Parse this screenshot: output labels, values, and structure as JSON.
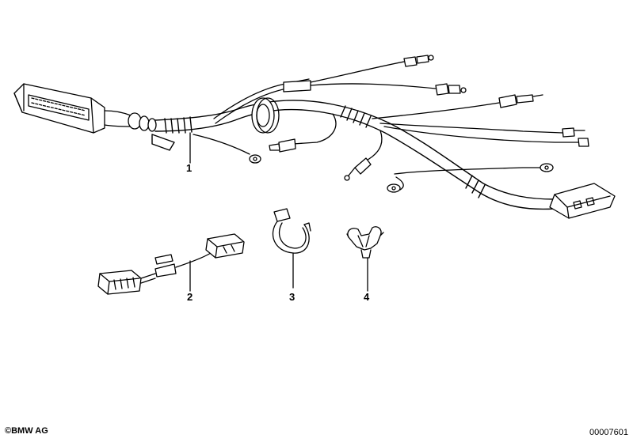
{
  "callouts": {
    "part1": "1",
    "part2": "2",
    "part3": "3",
    "part4": "4"
  },
  "footer": {
    "copyright_symbol": "©",
    "brand": "BMW AG",
    "diagram_id": "00007601"
  }
}
